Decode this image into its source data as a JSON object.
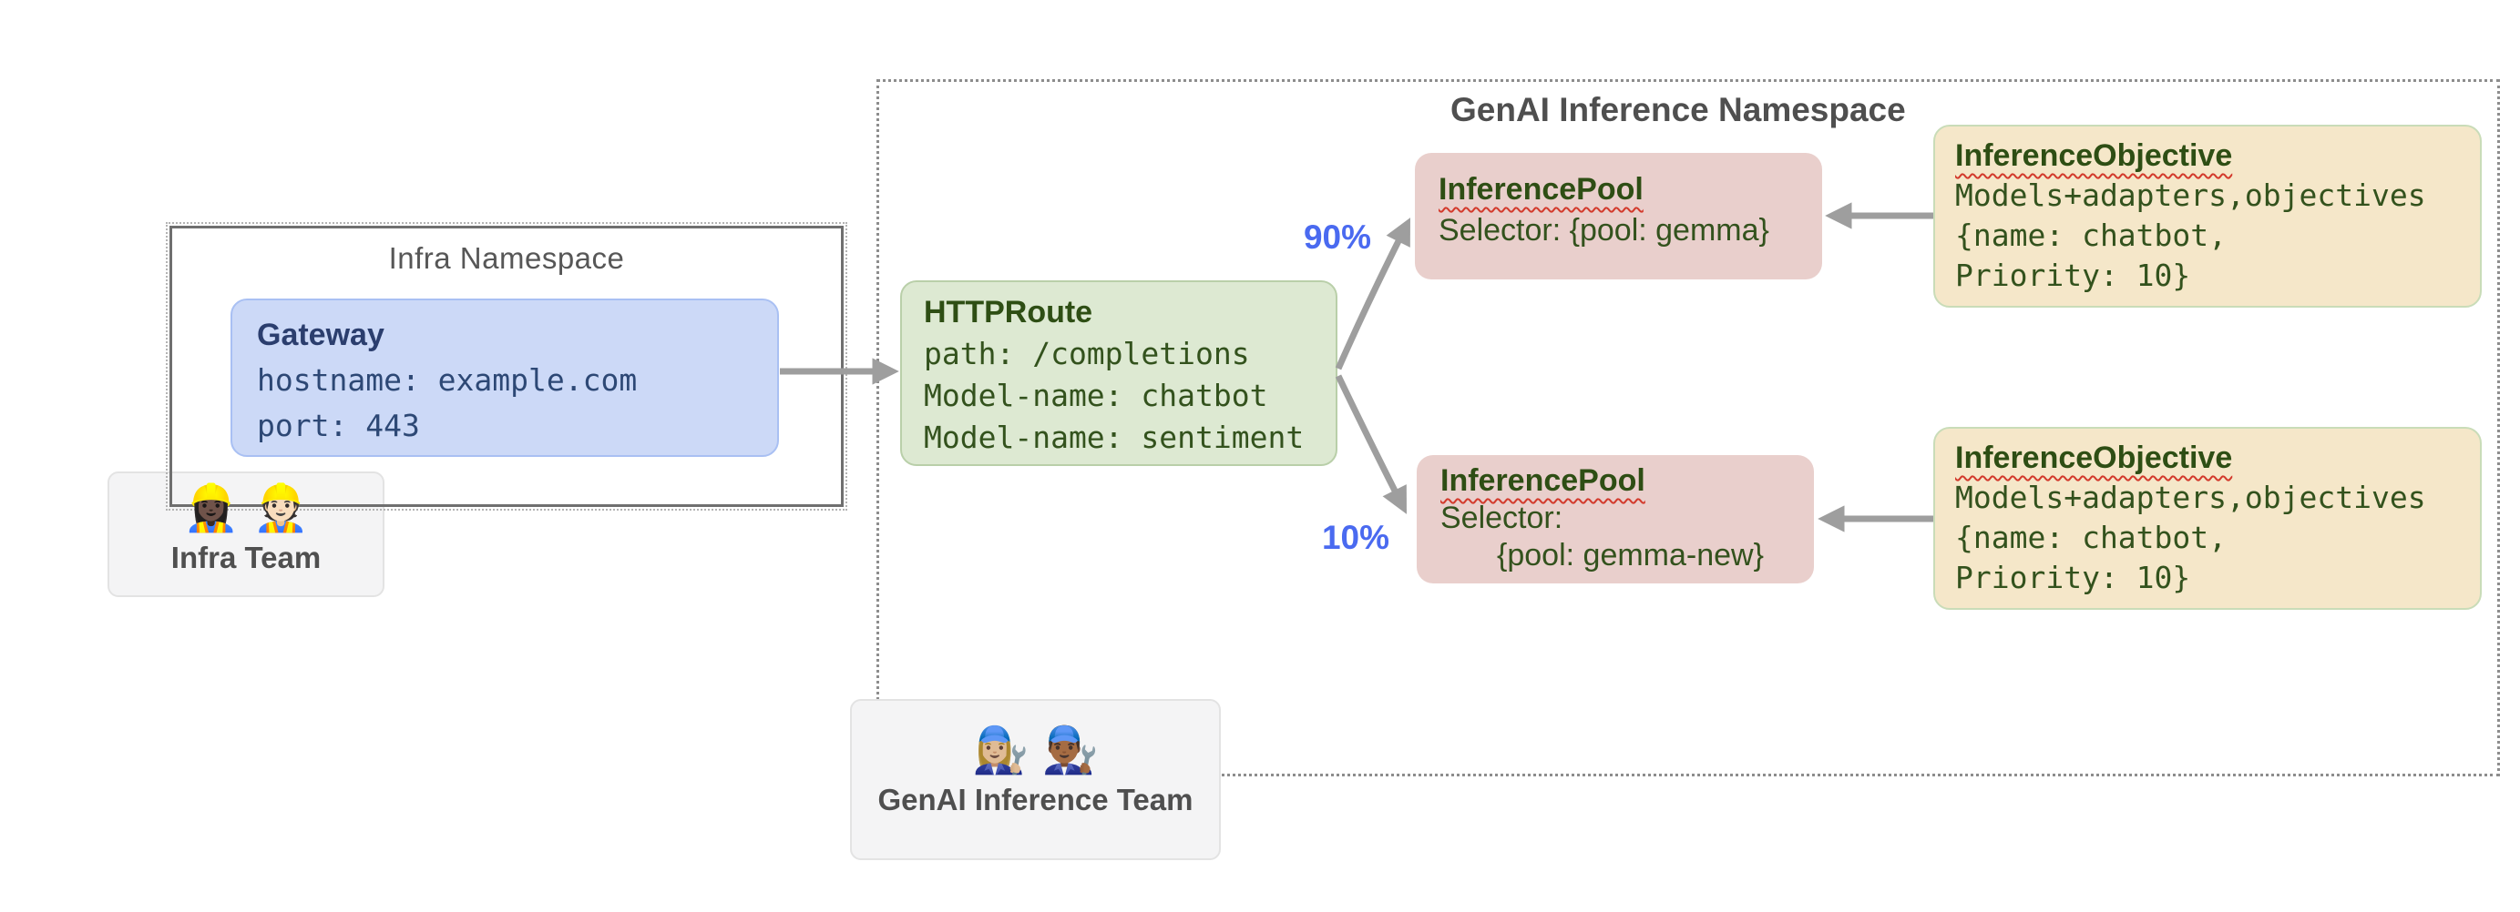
{
  "colors": {
    "arrow_gray": "#9e9e9e",
    "traffic_blue": "#4a6af0",
    "gateway_fill": "#ccd9f7",
    "gateway_border": "#a9c0f3",
    "route_fill": "#dde9d2",
    "route_border": "#b9cfa9",
    "pool_fill": "#e9cfcc",
    "objective_fill": "#f5e7c9",
    "objective_border": "#c9dcb8",
    "dark_green_text": "#2e4e14",
    "navy_text": "#2b3e6e",
    "squiggle_red": "#d33a2c"
  },
  "infra_namespace": {
    "label": "Infra Namespace"
  },
  "gateway": {
    "title": "Gateway",
    "lines": [
      "hostname: example.com",
      "port: 443"
    ]
  },
  "infra_team": {
    "emojis": "👷🏿‍♀️ 👷🏻",
    "label": "Infra Team"
  },
  "genai_namespace": {
    "label": "GenAI Inference Namespace"
  },
  "httproute": {
    "title": "HTTPRoute",
    "lines": [
      "path: /completions",
      "Model-name: chatbot",
      "Model-name: sentiment"
    ]
  },
  "pool1": {
    "title": "InferencePool",
    "lines": [
      "Selector: {pool: gemma}"
    ]
  },
  "pool2": {
    "title": "InferencePool",
    "lines": [
      "Selector:",
      "{pool: gemma-new}"
    ]
  },
  "objective1": {
    "title": "InferenceObjective",
    "lines": [
      "Models+adapters,objectives",
      "{name: chatbot,",
      "Priority: 10}"
    ]
  },
  "objective2": {
    "title": "InferenceObjective",
    "lines": [
      "Models+adapters,objectives",
      "{name: chatbot,",
      "Priority: 10}"
    ]
  },
  "genai_team": {
    "emojis": "👩🏼‍🔧 👨🏾‍🔧",
    "label": "GenAI Inference Team"
  },
  "traffic": {
    "to_pool1": "90%",
    "to_pool2": "10%"
  }
}
